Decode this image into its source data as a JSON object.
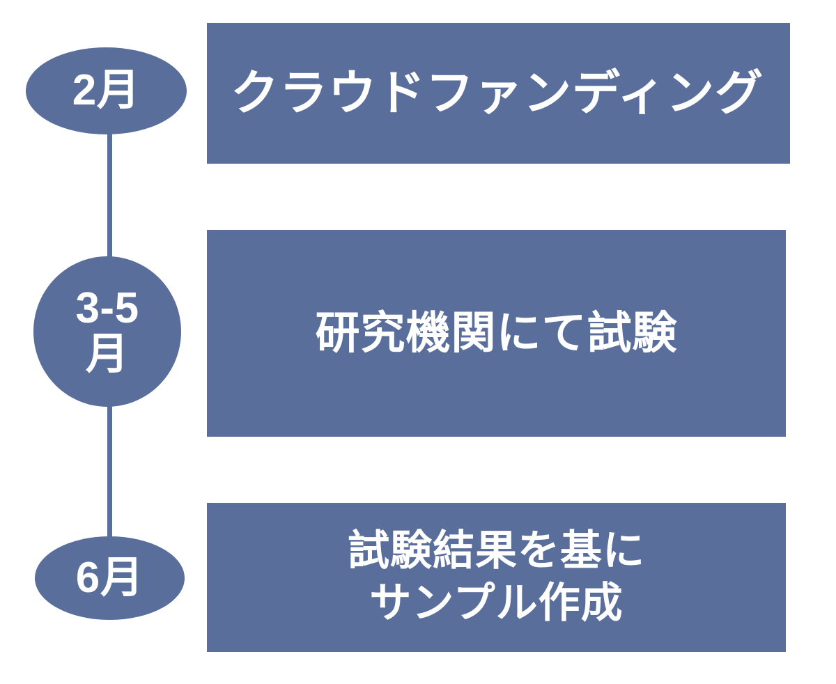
{
  "diagram": {
    "type": "vertical-timeline",
    "orientation": "vertical",
    "node_count": 3,
    "colors": {
      "accent": "#5A6E9C",
      "text_on_accent": "#FFFFFF",
      "background": "#FFFFFF"
    },
    "nodes": [
      {
        "id": "node-0",
        "shape": "ellipse",
        "label": "2月",
        "label_lines": [
          "2月"
        ]
      },
      {
        "id": "node-1",
        "shape": "circle",
        "label": "3-5月",
        "label_lines": [
          "3-5",
          "月"
        ]
      },
      {
        "id": "node-2",
        "shape": "ellipse",
        "label": "6月",
        "label_lines": [
          "6月"
        ]
      }
    ],
    "bars": [
      {
        "id": "bar-0",
        "text": "クラウドファンディング",
        "text_lines": [
          "クラウドファンディング"
        ],
        "align": "left"
      },
      {
        "id": "bar-1",
        "text": "研究機関にて試験",
        "text_lines": [
          "研究機関にて試験"
        ],
        "align": "center"
      },
      {
        "id": "bar-2",
        "text": "試験結果を基にサンプル作成",
        "text_lines": [
          "試験結果を基に",
          "サンプル作成"
        ],
        "align": "center"
      }
    ]
  }
}
